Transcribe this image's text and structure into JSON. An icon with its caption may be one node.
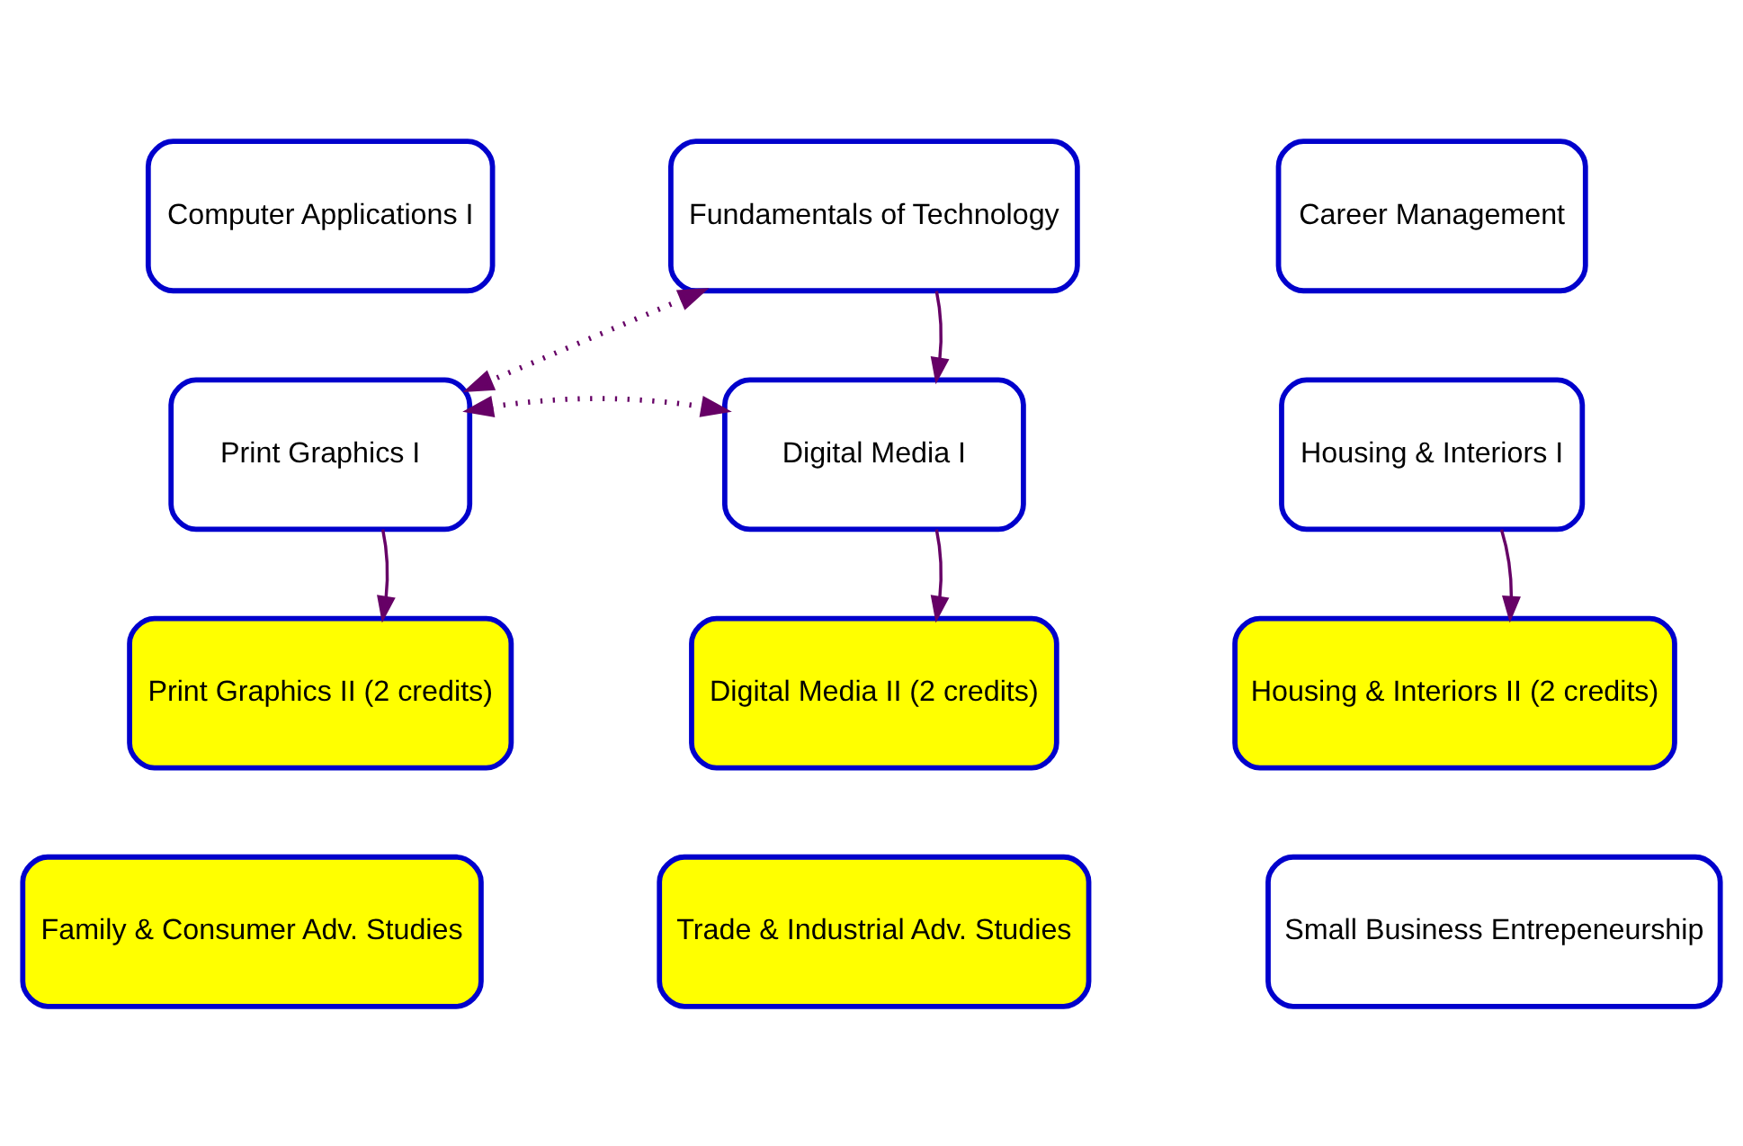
{
  "diagram": {
    "nodes": [
      {
        "text": [
          "Computer Applications I"
        ]
      },
      {
        "text": [
          "Fundamentals of Technology"
        ]
      },
      {
        "text": [
          "Career Management"
        ]
      },
      {
        "text": [
          "Print Graphics I"
        ]
      },
      {
        "text": [
          "Digital Media I"
        ]
      },
      {
        "text": [
          "Housing & Interiors I"
        ]
      },
      {
        "text": [
          "Print Graphics II (2 credits)"
        ]
      },
      {
        "text": [
          "Digital Media II (2 credits)"
        ]
      },
      {
        "text": [
          "Housing & Interiors II (2 credits)"
        ]
      },
      {
        "text": [
          "Family & Consumer Adv. Studies"
        ]
      },
      {
        "text": [
          "Trade & Industrial Adv. Studies"
        ]
      },
      {
        "text": [
          "Small Business Entrepeneurship"
        ]
      }
    ],
    "edges": [
      {
        "from": 1,
        "to": 3,
        "arrow": "both",
        "style": "dashed"
      },
      {
        "from": 3,
        "to": 4,
        "arrow": "both",
        "style": "dashed"
      },
      {
        "from": 1,
        "to": 4,
        "arrow": "to"
      },
      {
        "from": 3,
        "to": 6,
        "arrow": "to"
      },
      {
        "from": 4,
        "to": 7,
        "arrow": "to"
      },
      {
        "from": 5,
        "to": 8,
        "arrow": "to"
      }
    ]
  }
}
